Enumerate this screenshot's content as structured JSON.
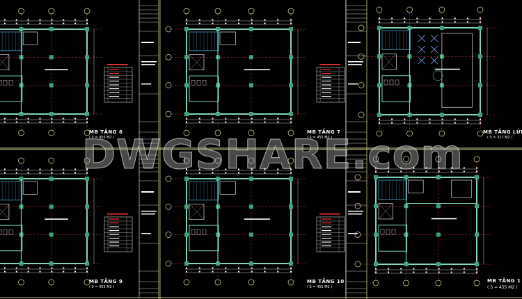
{
  "watermark": "DWGSHARE.com",
  "colors": {
    "background": "#000000",
    "frame": "#c8c88a",
    "wall": "#7fd6b8",
    "column": "#3fa37a",
    "grid": "#ff4040",
    "dim": "#ffffff",
    "stair": "#4fb0e0",
    "legend": "#ff3030"
  },
  "sheets": [
    {
      "title": "MB TẦNG 6",
      "area": "( S = 455 M2 )",
      "type": "standard"
    },
    {
      "title": "MB TẦNG 7",
      "area": "( S = 455 M2 )",
      "type": "standard"
    },
    {
      "title": "MB TẦNG LỬNG",
      "area": "( S = 317 M2 )",
      "type": "mezzanine"
    },
    {
      "title": "MB TẦNG 9",
      "area": "( S = 455 M2 )",
      "type": "standard"
    },
    {
      "title": "MB TẦNG 10",
      "area": "( S = 455 M2 )",
      "type": "standard"
    },
    {
      "title": "MB TẦNG 1",
      "area": "( S = 455 M2 )",
      "type": "ground"
    }
  ]
}
